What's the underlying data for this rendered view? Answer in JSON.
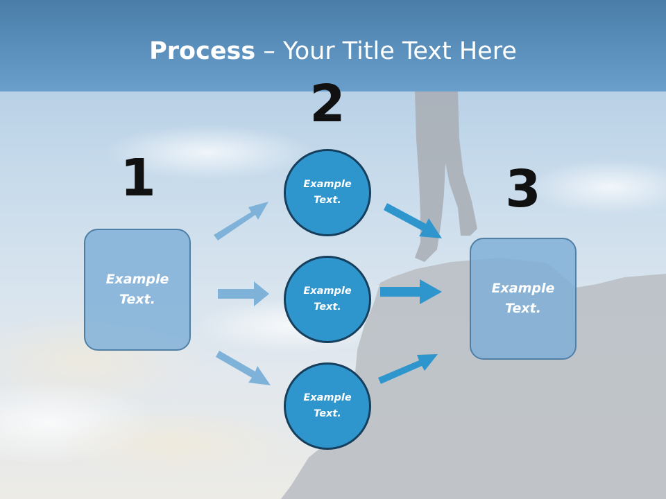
{
  "slide": {
    "title_bold": "Process",
    "title_rest": " – Your Title Text Here"
  },
  "steps": {
    "step1_number": "1",
    "step2_number": "2",
    "step3_number": "3"
  },
  "boxes": {
    "left_line1": "Example",
    "left_line2": "Text.",
    "right_line1": "Example",
    "right_line2": "Text."
  },
  "circles": [
    {
      "line1": "Example",
      "line2": "Text."
    },
    {
      "line1": "Example",
      "line2": "Text."
    },
    {
      "line1": "Example",
      "line2": "Text."
    }
  ],
  "colors": {
    "title_band": "#5b90bd",
    "box_fill": "#7eaed7",
    "circle_fill": "#2f95cd",
    "circle_border": "#163f5d",
    "arrow_light": "#7fb2d9",
    "arrow_dark": "#2f95cd"
  }
}
